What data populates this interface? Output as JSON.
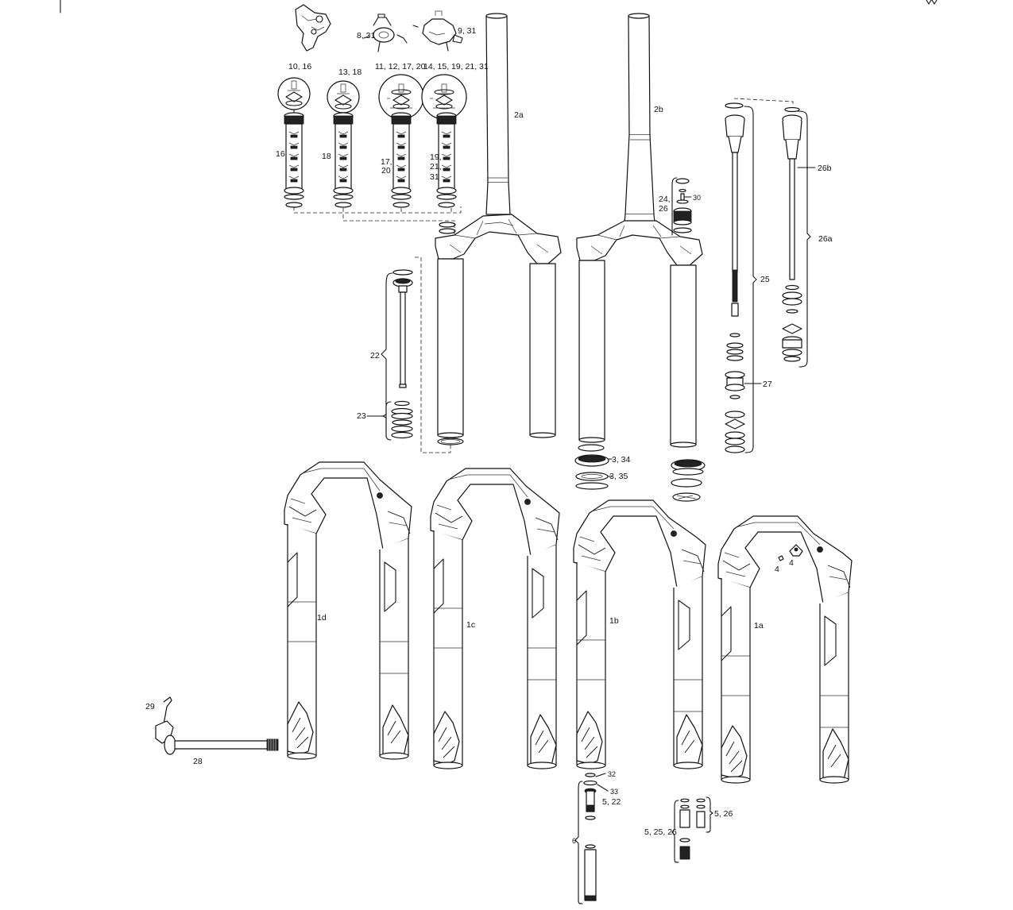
{
  "labels": {
    "l_2a": "2a",
    "l_2b": "2b",
    "l_1a": "1a",
    "l_1b": "1b",
    "l_1c": "1c",
    "l_1d": "1d",
    "l_8_31": "8, 31",
    "l_9_31": "9, 31",
    "l_10_16": "10, 16",
    "l_13_18": "13, 18",
    "l_11_12_17_20": "11, 12, 17, 20",
    "l_14_15_19_21_31": "14, 15, 19, 21, 31",
    "l_16": "16",
    "l_18": "18",
    "l_17": "17,",
    "l_20": "20",
    "l_19": "19,",
    "l_21": "21,",
    "l_31": "31",
    "l_22": "22",
    "l_23": "23",
    "l_24": "24,",
    "l_26": "26",
    "l_30": "30",
    "l_25": "25",
    "l_26a": "26a",
    "l_26b": "26b",
    "l_27": "27",
    "l_3_34": "3, 34",
    "l_3_35": "3, 35",
    "l_4a": "4",
    "l_4b": "4",
    "l_29": "29",
    "l_28": "28",
    "l_32": "32",
    "l_33": "33",
    "l_5_22": "5, 22",
    "l_6": "6",
    "l_5_26": "5, 26",
    "l_5_25_26": "5, 25, 26"
  }
}
